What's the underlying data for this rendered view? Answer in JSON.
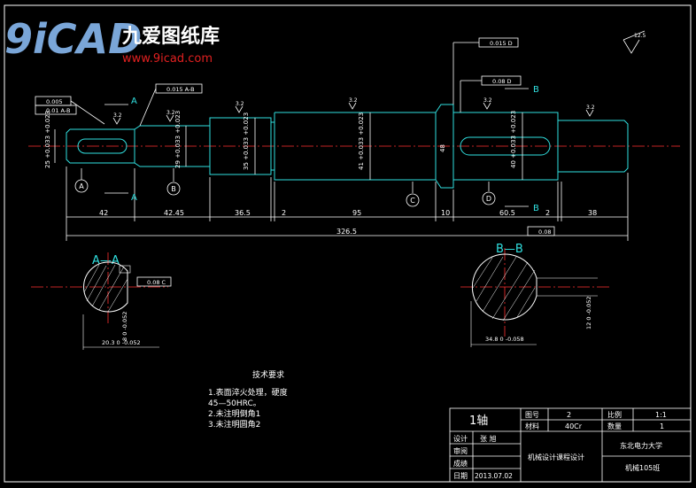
{
  "logo": {
    "glyph": "9iCAD",
    "name": "九爱图纸库",
    "url": "www.9icad.com"
  },
  "dimensions": {
    "horizontal": [
      "42",
      "42.45",
      "36.5",
      "2",
      "95",
      "10",
      "60.5",
      "2",
      "38",
      "326.5"
    ],
    "diameters": [
      "25 +0.033 +0.023",
      "29 +0.033 +0.023",
      "35 +0.033 +0.023",
      "41 +0.033 +0.023",
      "48",
      "40 +0.033 +0.023"
    ],
    "section_a": [
      "8 0 -0.052",
      "20.3 0 -0.052"
    ],
    "section_b": [
      "12 0 -0.052",
      "34.8 0 -0.058"
    ]
  },
  "tolerances": {
    "runout_a": "0.005",
    "runout_a_ref": "0.01 A-B",
    "runout_b": "0.015 A-B",
    "runout_top": "0.015 D",
    "sym_key1": "0.08 D",
    "sym_key2": "0.08",
    "sym_section": "0.08 C"
  },
  "roughness": {
    "general": "12.5",
    "s1": "3.2",
    "s2": "3.2",
    "s3": "3.2",
    "s4": "3.2",
    "s5": "3.2",
    "s6": "3.2",
    "s7": "3.2"
  },
  "labels": {
    "sectionA": "A—A",
    "sectionB": "B—B",
    "A": "A",
    "B": "B",
    "circA": "A",
    "circB": "B",
    "circC": "C",
    "circD": "D"
  },
  "notes": {
    "title": "技术要求",
    "lines": [
      "1.表面淬火处理，硬度",
      "45—50HRC。",
      "2.未注明倒角1",
      "3.未注明圆角2"
    ]
  },
  "title_block": {
    "part": "1轴",
    "drawing_no_label": "图号",
    "drawing_no": "2",
    "scale_label": "比例",
    "scale": "1:1",
    "material_label": "材料",
    "material": "40Cr",
    "qty_label": "数量",
    "qty": "1",
    "design_label": "设计",
    "designer": "张 旭",
    "review_label": "审阅",
    "grade_label": "成绩",
    "date_label": "日期",
    "date": "2013.07.02",
    "course": "机械设计课程设计",
    "school": "东北电力大学",
    "class": "机械105班"
  }
}
